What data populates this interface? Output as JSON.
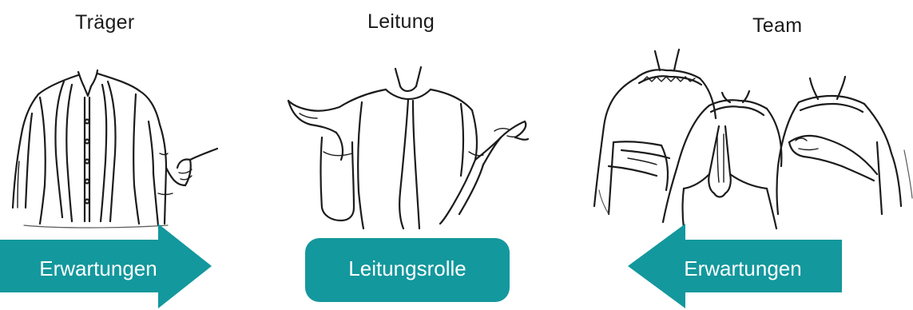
{
  "columns": {
    "traeger": {
      "title": "Träger"
    },
    "leitung": {
      "title": "Leitung"
    },
    "team": {
      "title": "Team"
    }
  },
  "bottom": {
    "left_arrow_label": "Erwartungen",
    "center_box_label": "Leitungsrolle",
    "right_arrow_label": "Erwartungen"
  },
  "colors": {
    "accent": "#13989d",
    "text": "#1a1a1a",
    "label_text": "#ffffff"
  },
  "icons": {
    "left_figure": "pointing-figure-sketch",
    "center_figure": "shrugging-figure-sketch",
    "right_figure": "team-group-sketch"
  }
}
